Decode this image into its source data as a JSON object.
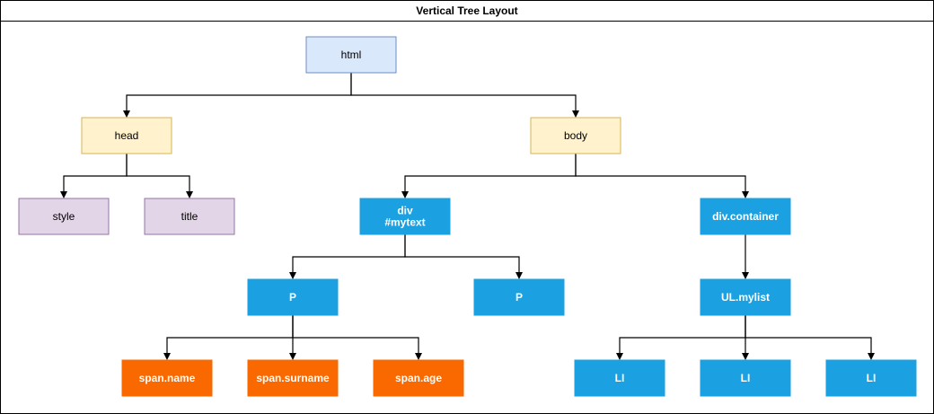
{
  "diagram": {
    "title": "Vertical Tree Layout",
    "styles": {
      "blue_light": {
        "fill": "#dae8fc",
        "stroke": "#6c8ebf",
        "text": "#000000",
        "bold": false
      },
      "yellow": {
        "fill": "#fff2cc",
        "stroke": "#d6b656",
        "text": "#000000",
        "bold": false
      },
      "purple": {
        "fill": "#e1d5e7",
        "stroke": "#9673a6",
        "text": "#000000",
        "bold": false
      },
      "blue": {
        "fill": "#1ba1e2",
        "stroke": "#1ba1e2",
        "text": "#ffffff",
        "bold": true
      },
      "orange": {
        "fill": "#fa6800",
        "stroke": "#fa6800",
        "text": "#ffffff",
        "bold": true
      }
    },
    "nodes": [
      {
        "id": "html",
        "label": [
          "html"
        ],
        "style": "blue_light"
      },
      {
        "id": "head",
        "label": [
          "head"
        ],
        "style": "yellow"
      },
      {
        "id": "body",
        "label": [
          "body"
        ],
        "style": "yellow"
      },
      {
        "id": "style",
        "label": [
          "style"
        ],
        "style": "purple"
      },
      {
        "id": "title",
        "label": [
          "title"
        ],
        "style": "purple"
      },
      {
        "id": "div_mytext",
        "label": [
          "div",
          "#mytext"
        ],
        "style": "blue"
      },
      {
        "id": "div_container",
        "label": [
          "div.container"
        ],
        "style": "blue"
      },
      {
        "id": "p1",
        "label": [
          "P"
        ],
        "style": "blue"
      },
      {
        "id": "p2",
        "label": [
          "P"
        ],
        "style": "blue"
      },
      {
        "id": "ul",
        "label": [
          "UL.mylist"
        ],
        "style": "blue"
      },
      {
        "id": "span_name",
        "label": [
          "span.name"
        ],
        "style": "orange"
      },
      {
        "id": "span_surname",
        "label": [
          "span.surname"
        ],
        "style": "orange"
      },
      {
        "id": "span_age",
        "label": [
          "span.age"
        ],
        "style": "orange"
      },
      {
        "id": "li1",
        "label": [
          "LI"
        ],
        "style": "blue"
      },
      {
        "id": "li2",
        "label": [
          "LI"
        ],
        "style": "blue"
      },
      {
        "id": "li3",
        "label": [
          "LI"
        ],
        "style": "blue"
      }
    ],
    "edges": [
      [
        "html",
        "head"
      ],
      [
        "html",
        "body"
      ],
      [
        "head",
        "style"
      ],
      [
        "head",
        "title"
      ],
      [
        "body",
        "div_mytext"
      ],
      [
        "body",
        "div_container"
      ],
      [
        "div_mytext",
        "p1"
      ],
      [
        "div_mytext",
        "p2"
      ],
      [
        "div_container",
        "ul"
      ],
      [
        "p1",
        "span_name"
      ],
      [
        "p1",
        "span_surname"
      ],
      [
        "p1",
        "span_age"
      ],
      [
        "ul",
        "li1"
      ],
      [
        "ul",
        "li2"
      ],
      [
        "ul",
        "li3"
      ]
    ]
  }
}
